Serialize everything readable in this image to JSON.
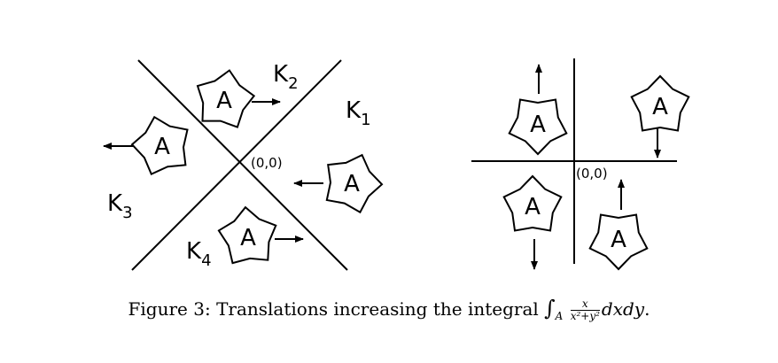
{
  "figure": {
    "left_panel": {
      "region_labels": [
        {
          "main": "K",
          "sub": "2"
        },
        {
          "main": "K",
          "sub": "1"
        },
        {
          "main": "K",
          "sub": "3"
        },
        {
          "main": "K",
          "sub": "4"
        }
      ],
      "origin_label": "(0,0)",
      "shape_label": "A"
    },
    "right_panel": {
      "origin_label": "(0,0)",
      "shape_label": "A"
    }
  },
  "caption": {
    "prefix": "Figure 3:",
    "text": "Translations increasing the integral",
    "integral_symbol": "∫",
    "integral_subscript": "A",
    "numerator": "x",
    "denominator": "x²+y²",
    "differential": "dxdy",
    "end": "."
  }
}
